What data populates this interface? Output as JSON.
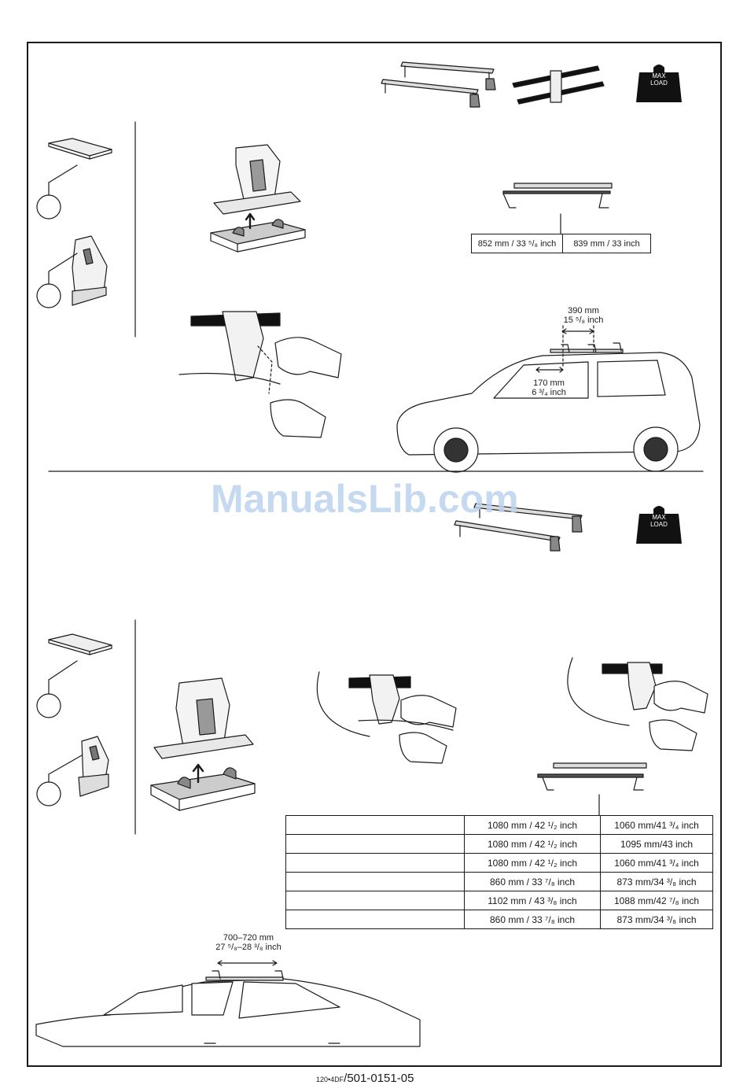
{
  "watermark": "ManualsLib.com",
  "max_load_icon": {
    "line1": "MAX",
    "line2": "LOAD"
  },
  "top_section": {
    "bar_lengths": {
      "left": "852 mm / 33 ⁵/₈ inch",
      "right": "839 mm / 33 inch"
    },
    "foot_spacing": {
      "mm": "390 mm",
      "inch": "15 ⁵/₈ inch"
    },
    "door_offset": {
      "mm": "170 mm",
      "inch": "6 ³/₄ inch"
    }
  },
  "bottom_section": {
    "foot_spacing": {
      "mm": "700–720 mm",
      "inch": "27 ⁵/₈–28 ³/₈ inch"
    },
    "spec_table": [
      {
        "a": "1080 mm / 42 ¹/₂ inch",
        "b": "1060 mm/41 ³/₄ inch"
      },
      {
        "a": "1080 mm / 42 ¹/₂ inch",
        "b": "1095 mm/43 inch"
      },
      {
        "a": "1080 mm / 42 ¹/₂ inch",
        "b": "1060 mm/41 ³/₄ inch"
      },
      {
        "a": "860 mm / 33 ⁷/₈ inch",
        "b": "873 mm/34 ³/₈ inch"
      },
      {
        "a": "1102 mm / 43 ³/₈ inch",
        "b": "1088 mm/42 ⁷/₈ inch"
      },
      {
        "a": "860 mm / 33 ⁷/₈ inch",
        "b": "873 mm/34 ³/₈ inch"
      }
    ]
  },
  "footer": {
    "prefix": "120•4DF",
    "code": "/501-0151-05"
  }
}
